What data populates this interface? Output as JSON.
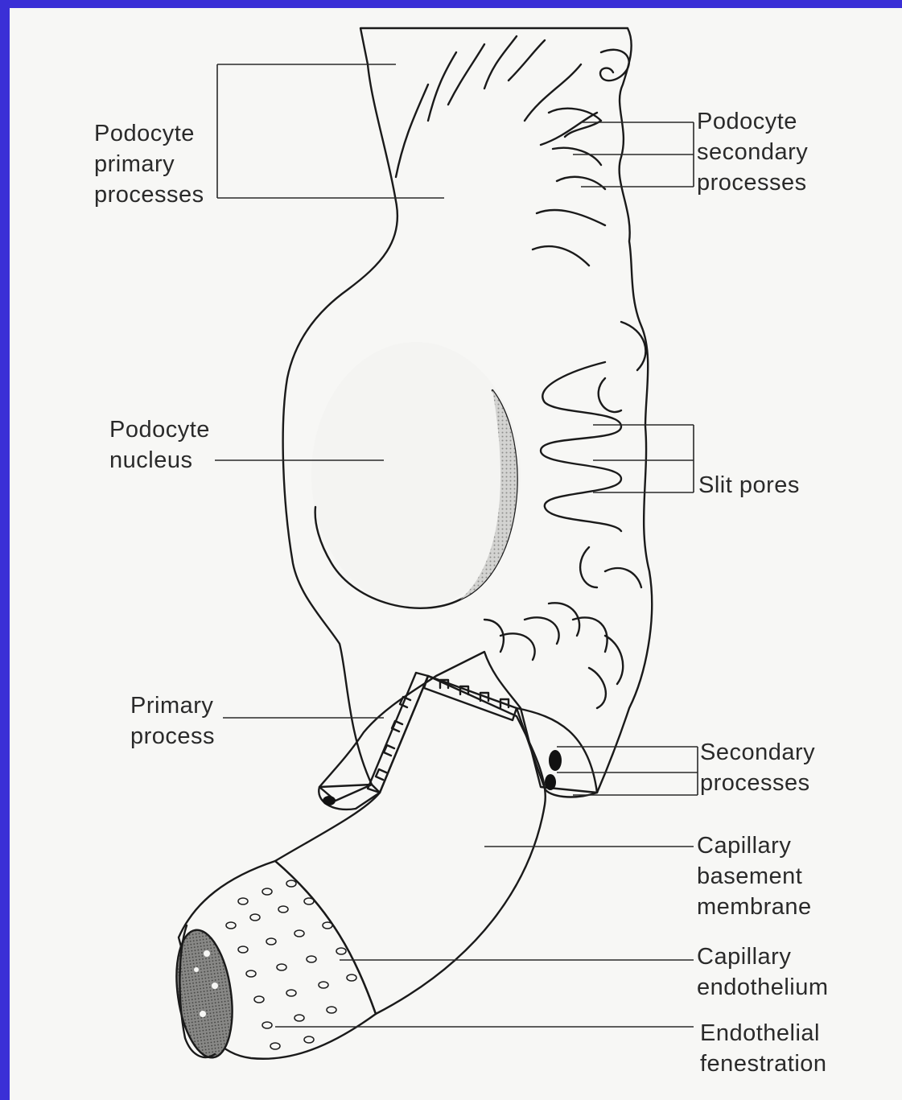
{
  "labels": {
    "podocyte_primary_processes": [
      "Podocyte",
      "primary",
      "processes"
    ],
    "podocyte_secondary_processes": [
      "Podocyte",
      "secondary",
      "processes"
    ],
    "podocyte_nucleus": [
      "Podocyte",
      "nucleus"
    ],
    "slit_pores": [
      "Slit pores"
    ],
    "primary_process": [
      "Primary",
      "process"
    ],
    "secondary_processes": [
      "Secondary",
      "processes"
    ],
    "capillary_basement_membrane": [
      "Capillary",
      "basement",
      "membrane"
    ],
    "capillary_endothelium": [
      "Capillary",
      "endothelium"
    ],
    "endothelial_fenestration": [
      "Endothelial",
      "fenestration"
    ]
  },
  "colors": {
    "frame_border": "#3a2fd6",
    "paper": "#f7f7f5",
    "ink": "#1a1a1a",
    "cell_fill": "#ededeb",
    "membrane_fill": "#6e6e6e",
    "endothelium_fill": "#c9c9c7"
  }
}
